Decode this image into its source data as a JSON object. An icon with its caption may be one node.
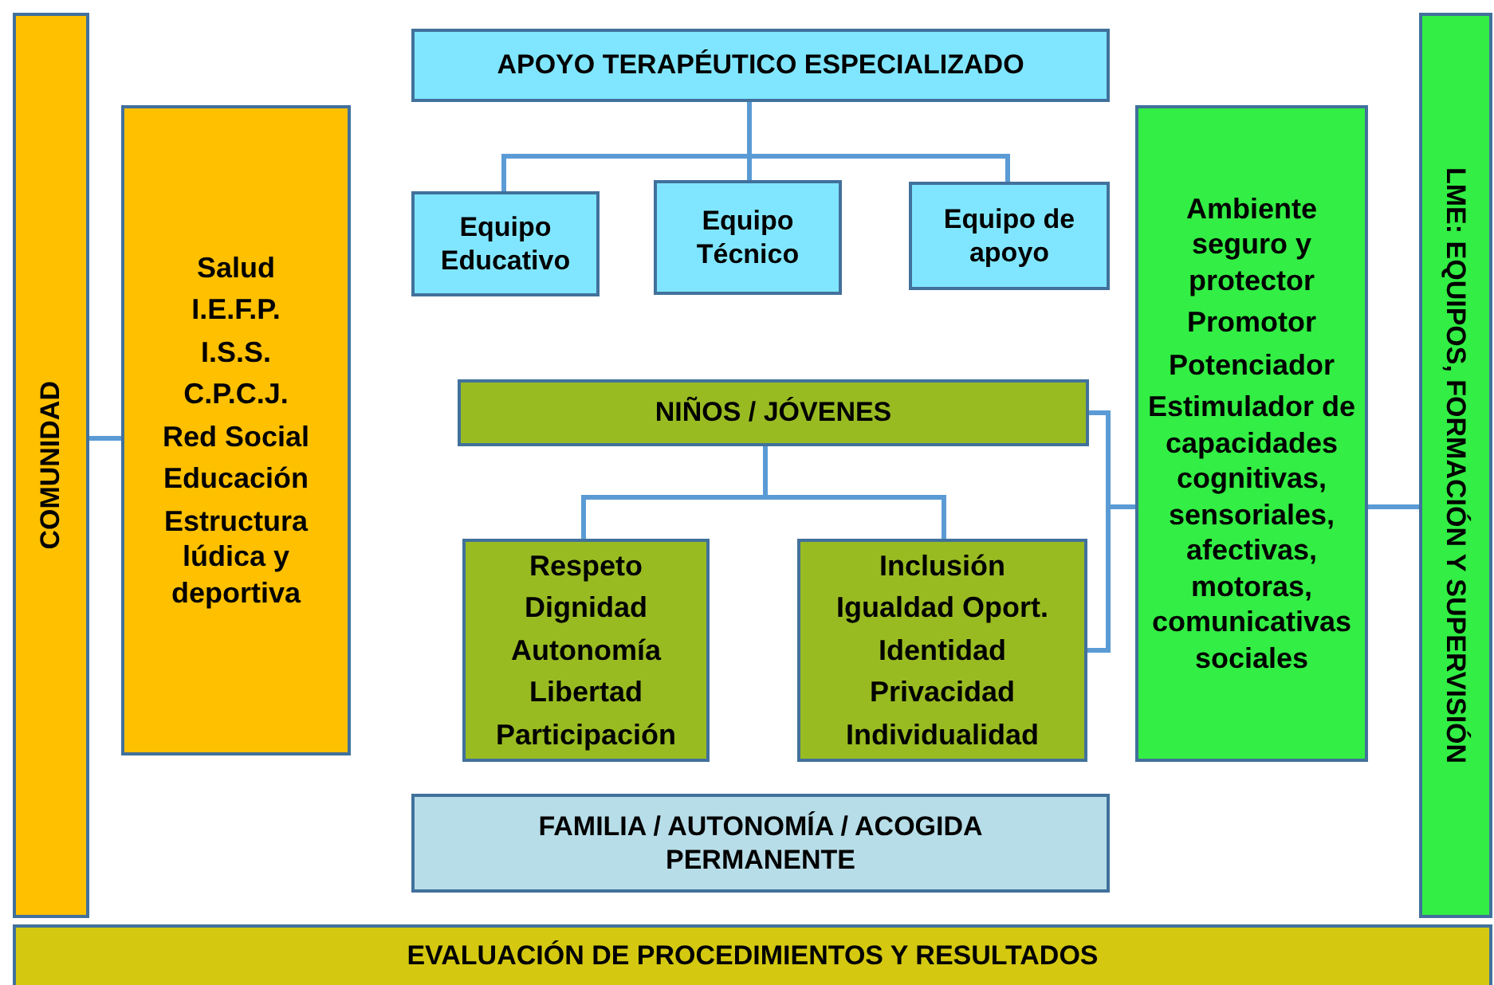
{
  "diagram": {
    "nodes": [
      {
        "text": [
          "COMUNIDAD"
        ]
      },
      {
        "text": [
          "Salud",
          "I.E.F.P.",
          "I.S.S.",
          "C.P.C.J.",
          "Red Social",
          "Educación",
          "Estructura lúdica y deportiva"
        ]
      },
      {
        "text": [
          "APOYO TERAPÉUTICO ESPECIALIZADO"
        ]
      },
      {
        "text": [
          "Equipo Educativo"
        ]
      },
      {
        "text": [
          "Equipo Técnico"
        ]
      },
      {
        "text": [
          "Equipo de apoyo"
        ]
      },
      {
        "text": [
          "NIÑOS / JÓVENES"
        ]
      },
      {
        "text": [
          "Respeto",
          "Dignidad",
          "Autonomía",
          "Libertad",
          "Participación"
        ]
      },
      {
        "text": [
          "Inclusión",
          "Igualdad Oport.",
          "Identidad",
          "Privacidad",
          "Individualidad"
        ]
      },
      {
        "text": [
          "FAMILIA / AUTONOMÍA / ACOGIDA PERMANENTE"
        ]
      },
      {
        "text": [
          "Ambiente seguro y protector",
          "Promotor",
          "Potenciador",
          "Estimulador de capacidades cognitivas, sensoriales, afectivas, motoras, comunicativas sociales"
        ]
      },
      {
        "text": [
          "LME: EQUIPOS, FORMACIÓN Y SUPERVISIÓN"
        ]
      },
      {
        "text": [
          "EVALUACIÓN DE PROCEDIMIENTOS Y RESULTADOS"
        ]
      }
    ],
    "edges": [
      {
        "from": 0,
        "to": 1,
        "arrow": "none"
      },
      {
        "from": 2,
        "to": 3,
        "arrow": "none"
      },
      {
        "from": 2,
        "to": 4,
        "arrow": "none"
      },
      {
        "from": 2,
        "to": 5,
        "arrow": "none"
      },
      {
        "from": 6,
        "to": 7,
        "arrow": "none"
      },
      {
        "from": 6,
        "to": 8,
        "arrow": "none"
      },
      {
        "from": 6,
        "to": 10,
        "arrow": "none"
      },
      {
        "from": 8,
        "to": 10,
        "arrow": "none"
      },
      {
        "from": 10,
        "to": 11,
        "arrow": "none"
      }
    ]
  }
}
